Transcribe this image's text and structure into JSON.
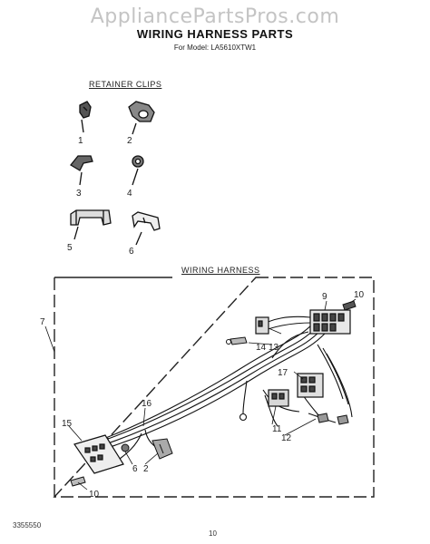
{
  "watermark": "AppliancePartsPros.com",
  "title": "WIRING HARNESS PARTS",
  "model": "For Model: LA5610XTW1",
  "sections": {
    "retainer_clips": "RETAINER CLIPS",
    "wiring_harness": "WIRING HARNESS"
  },
  "retainer_parts": [
    "1",
    "2",
    "3",
    "4",
    "5",
    "6"
  ],
  "harness_parts": {
    "p9": "9",
    "p10_top": "10",
    "p7": "7",
    "p14": "14",
    "p13": "13",
    "p17": "17",
    "p16": "16",
    "p11": "11",
    "p12": "12",
    "p15": "15",
    "p6": "6",
    "p2": "2",
    "p10_bottom": "10"
  },
  "footer": {
    "code": "3355550",
    "page": "10"
  }
}
